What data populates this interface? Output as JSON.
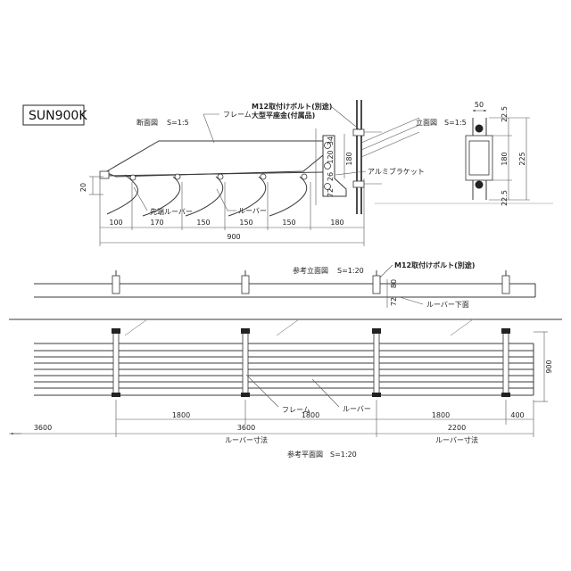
{
  "model": "SUN900K",
  "views": {
    "section": {
      "title": "断面図",
      "scale": "S=1:5"
    },
    "elevation": {
      "title": "立面図",
      "scale": "S=1:5"
    },
    "ref_elevation": {
      "title": "参考立面図",
      "scale": "S=1:20"
    },
    "ref_plan": {
      "title": "参考平面図",
      "scale": "S=1:20"
    }
  },
  "labels": {
    "frame": "フレーム",
    "bolt_main": "M12取付けボルト(別途)",
    "washer": "大型平座金(付属品)",
    "bracket": "アルミブラケット",
    "tip_louver": "先端ルーバー",
    "louver": "ルーバー",
    "bolt_ref": "M12取付けボルト(別途)",
    "louver_bottom": "ルーバー下面",
    "plan_frame": "フレーム",
    "plan_louver": "ルーバー",
    "louver_dim_left": "ルーバー寸法",
    "louver_dim_right": "ルーバー寸法"
  },
  "dims": {
    "section_left_20": "20",
    "bottom_100": "100",
    "bottom_170": "170",
    "bottom_150a": "150",
    "bottom_150b": "150",
    "bottom_150c": "150",
    "bottom_180": "180",
    "bottom_total_900": "900",
    "v34": "34",
    "v120": "120",
    "v26": "26",
    "v72": "72",
    "v180": "180",
    "elev_top_50": "50",
    "elev_22_5_top": "22.5",
    "elev_180": "180",
    "elev_225": "225",
    "elev_22_5_bot": "22.5",
    "ref_80": "80",
    "ref_72": "72",
    "plan_900": "900",
    "plan_1800a": "1800",
    "plan_1800b": "1800",
    "plan_1800c": "1800",
    "plan_3600_top": "3600",
    "plan_400": "400",
    "plan_3600_bottom": "3600",
    "plan_2200": "2200"
  }
}
